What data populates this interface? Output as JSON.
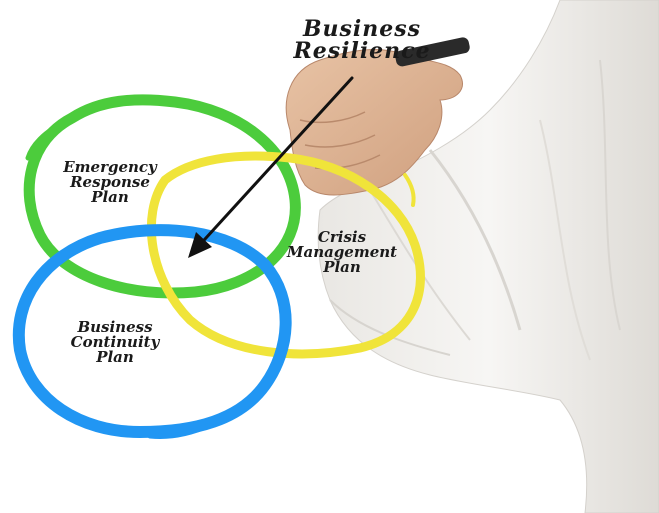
{
  "title": {
    "line1": "Business",
    "line2": "Resilience"
  },
  "circles": {
    "emergency": {
      "line1": "Emergency",
      "line2": "Response",
      "line3": "Plan",
      "color": "#4ccc3c"
    },
    "crisis": {
      "line1": "Crisis",
      "line2": "Management",
      "line3": "Plan",
      "color": "#f0e43a"
    },
    "continuity": {
      "line1": "Business",
      "line2": "Continuity",
      "line3": "Plan",
      "color": "#2196f3"
    }
  },
  "arrow_color": "#111111",
  "background_color": "#ffffff"
}
